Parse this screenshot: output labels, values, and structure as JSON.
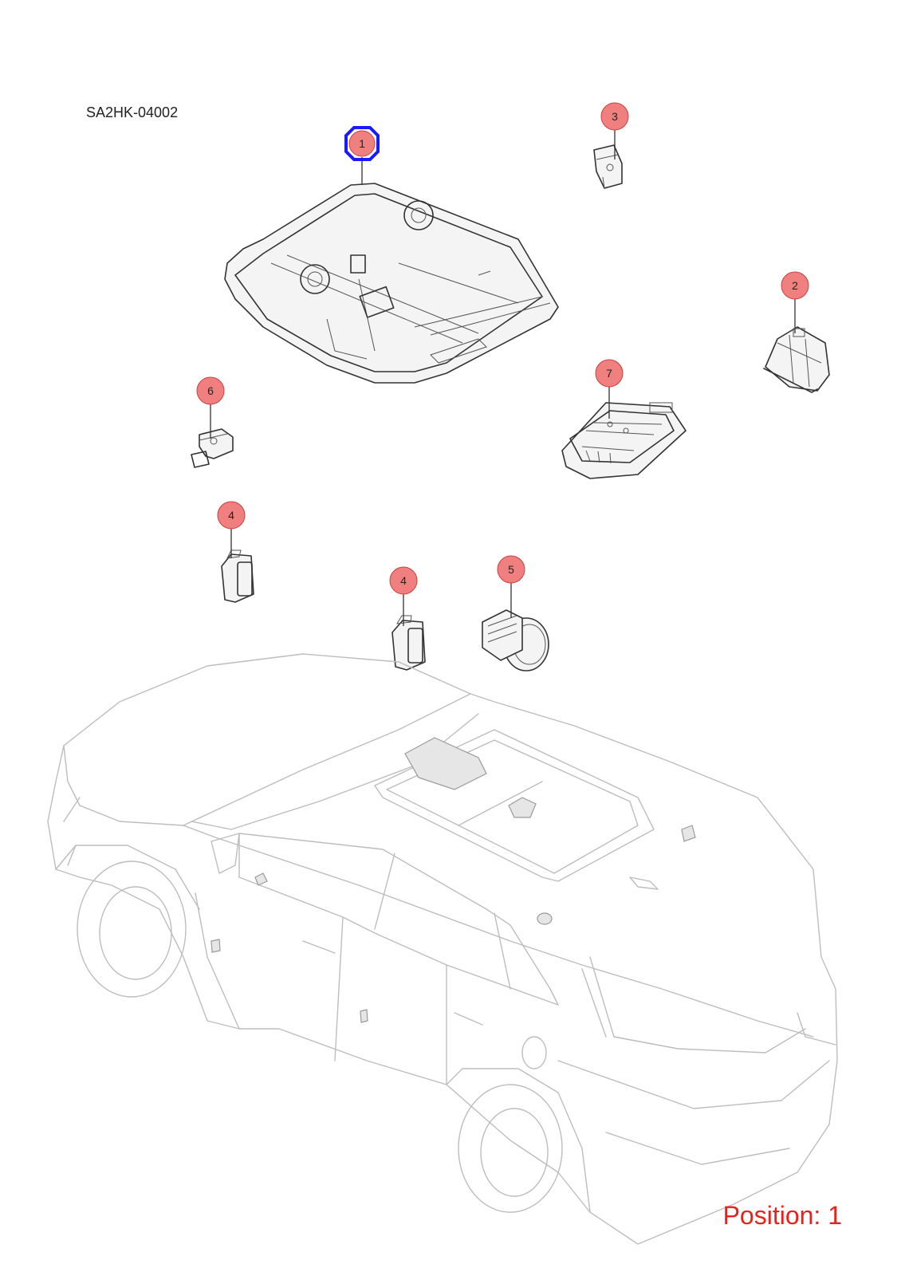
{
  "diagram_code": "SA2HK-04002",
  "position_label": "Position: 1",
  "colors": {
    "callout_fill": "#f08080",
    "selected_outline": "#1a1aff",
    "position_text": "#e8211d"
  },
  "callouts": [
    {
      "id": "1",
      "label": "1",
      "selected": true
    },
    {
      "id": "3",
      "label": "3",
      "selected": false
    },
    {
      "id": "2",
      "label": "2",
      "selected": false
    },
    {
      "id": "7",
      "label": "7",
      "selected": false
    },
    {
      "id": "6",
      "label": "6",
      "selected": false
    },
    {
      "id": "4a",
      "label": "4",
      "selected": false
    },
    {
      "id": "4b",
      "label": "4",
      "selected": false
    },
    {
      "id": "5",
      "label": "5",
      "selected": false
    }
  ]
}
